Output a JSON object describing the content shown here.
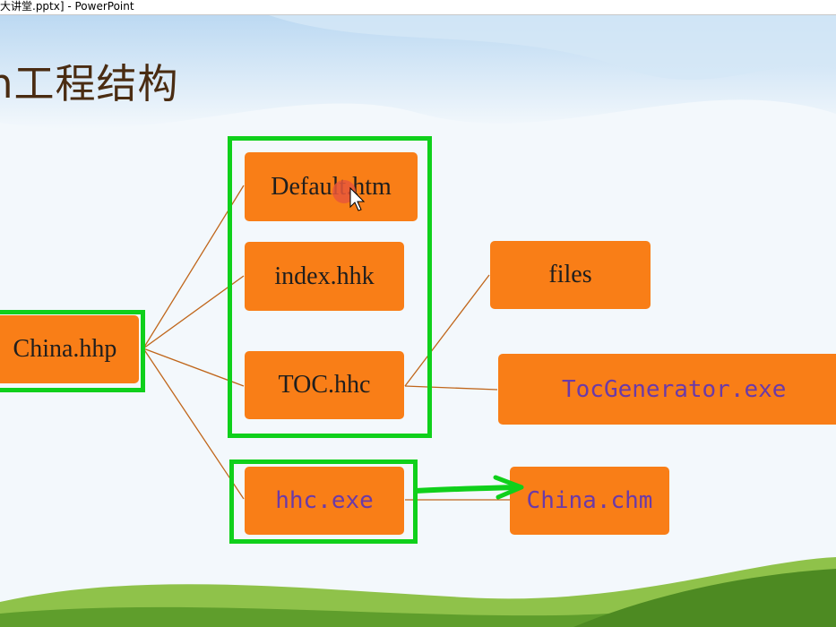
{
  "window": {
    "title": "大讲堂.pptx] - PowerPoint"
  },
  "slide": {
    "title": "n工程结构",
    "nodes": {
      "china_hhp": "China.hhp",
      "default_htm": "Default.htm",
      "index_hhk": "index.hhk",
      "toc_hhc": "TOC.hhc",
      "hhc_exe": "hhc.exe",
      "files": "files",
      "toc_generator": "TocGenerator.exe",
      "china_chm": "China.chm"
    },
    "colors": {
      "box": "#f97e17",
      "highlight_frame": "#0fd01b",
      "connector": "#c0661b",
      "code_text": "#6b3aa8",
      "title_text": "#4a2c12"
    }
  }
}
